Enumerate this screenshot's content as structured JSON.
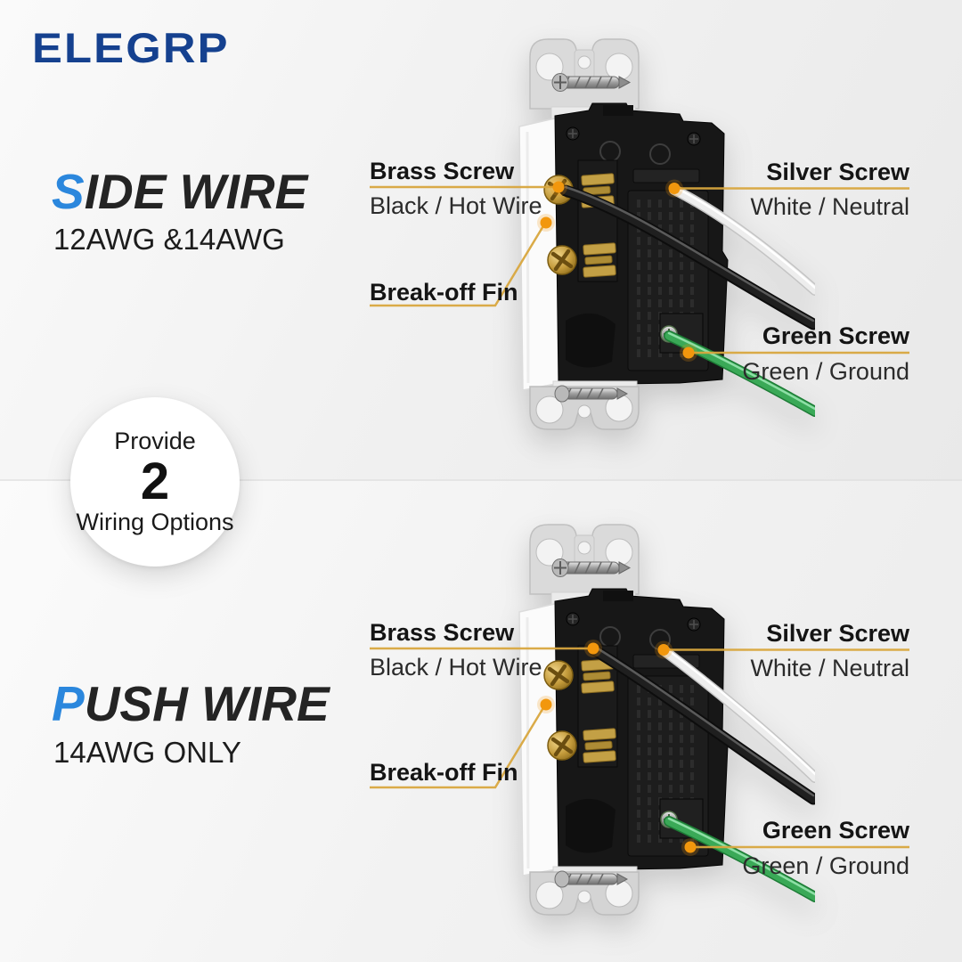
{
  "brand": {
    "logo": "ELEGRP"
  },
  "badge": {
    "top": "Provide",
    "number": "2",
    "bottom": "Wiring Options"
  },
  "colors": {
    "logo_blue": "#15418f",
    "accent_blue": "#2b87dd",
    "leader_line": "#d8a63e",
    "leader_dot": "#f2970d",
    "wire_black": "#1a1a1a",
    "wire_white": "#ededed",
    "wire_green": "#3aa957",
    "brass": "#c39a3a"
  },
  "sections": [
    {
      "id": "side-wire",
      "title_accent": "S",
      "title_rest": "IDE WIRE",
      "subtitle": "12AWG &14AWG",
      "labels": {
        "brass_title": "Brass Screw",
        "brass_desc": "Black / Hot Wire",
        "silver_title": "Silver Screw",
        "silver_desc": "White / Neutral",
        "breakoff_title": "Break-off Fin",
        "green_title": "Green Screw",
        "green_desc": "Green / Ground"
      }
    },
    {
      "id": "push-wire",
      "title_accent": "P",
      "title_rest": "USH WIRE",
      "subtitle": "14AWG ONLY",
      "labels": {
        "brass_title": "Brass Screw",
        "brass_desc": "Black / Hot Wire",
        "silver_title": "Silver Screw",
        "silver_desc": "White / Neutral",
        "breakoff_title": "Break-off Fin",
        "green_title": "Green Screw",
        "green_desc": "Green / Ground"
      }
    }
  ]
}
